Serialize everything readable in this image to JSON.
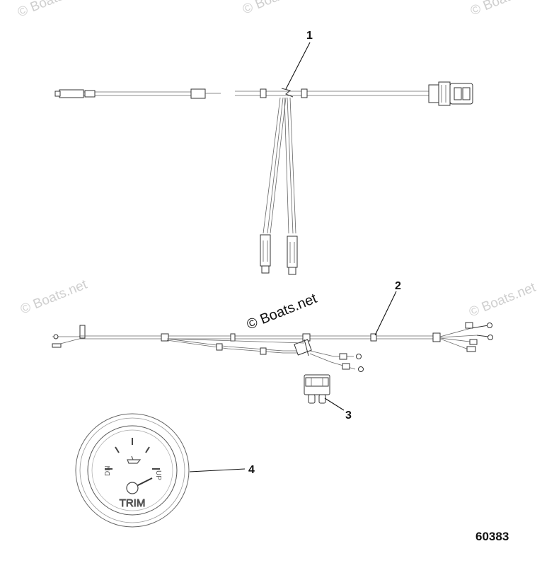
{
  "watermarks": {
    "corner": "© Boats.net",
    "main": "© Boats.net"
  },
  "callouts": [
    {
      "label": "1"
    },
    {
      "label": "2"
    },
    {
      "label": "3"
    },
    {
      "label": "4"
    }
  ],
  "figure_number": "60383",
  "gauge": {
    "label": "TRIM",
    "up_mark": "UP",
    "down_mark": "DN"
  }
}
